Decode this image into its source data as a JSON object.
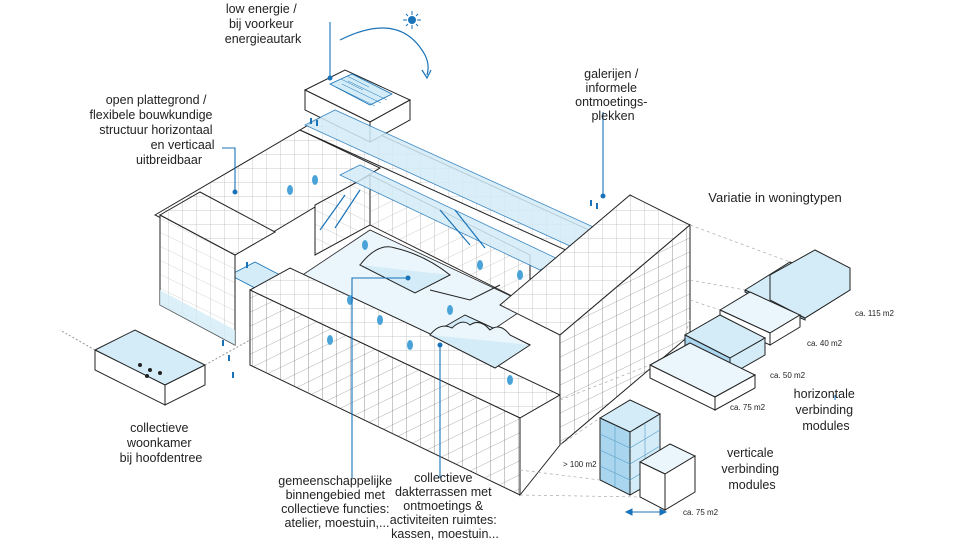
{
  "labels": {
    "energy": [
      "low energie /",
      "bij voorkeur",
      "energieautark"
    ],
    "plan": [
      "open plattegrond /",
      "flexibele bouwkundige",
      "structuur horizontaal",
      "en verticaal",
      "uitbreidbaar"
    ],
    "galleries": [
      "galerijen /",
      "informele",
      "ontmoetings-",
      "plekken"
    ],
    "variation": "Variatie in woningtypen",
    "living": [
      "collectieve",
      "woonkamer",
      "bij hoofdentree"
    ],
    "inner": [
      "gemeenschappelijke",
      "binnengebied met",
      "collectieve functies:",
      "atelier, moestuin,..."
    ],
    "roof": [
      "collectieve",
      "dakterrassen met",
      "ontmoetings &",
      "activiteiten ruimtes:",
      "kassen, moestuin..."
    ],
    "horizontal": [
      "horizontale",
      "verbinding",
      "modules"
    ],
    "vertical": [
      "verticale",
      "verbinding",
      "modules"
    ]
  },
  "sizes": {
    "h115": "ca. 115 m2",
    "h40": "ca. 40 m2",
    "h50": "ca. 50 m2",
    "h75": "ca. 75 m2",
    "v100": "> 100 m2",
    "v75": "ca. 75 m2"
  },
  "colors": {
    "line": "#222222",
    "accent": "#1a73b8",
    "glass": "#d3ecf7",
    "glass_dark": "#a9d6ee"
  },
  "icons": [
    "sun-icon",
    "solar-panel-icon",
    "person-icon",
    "raindrop-icon"
  ]
}
